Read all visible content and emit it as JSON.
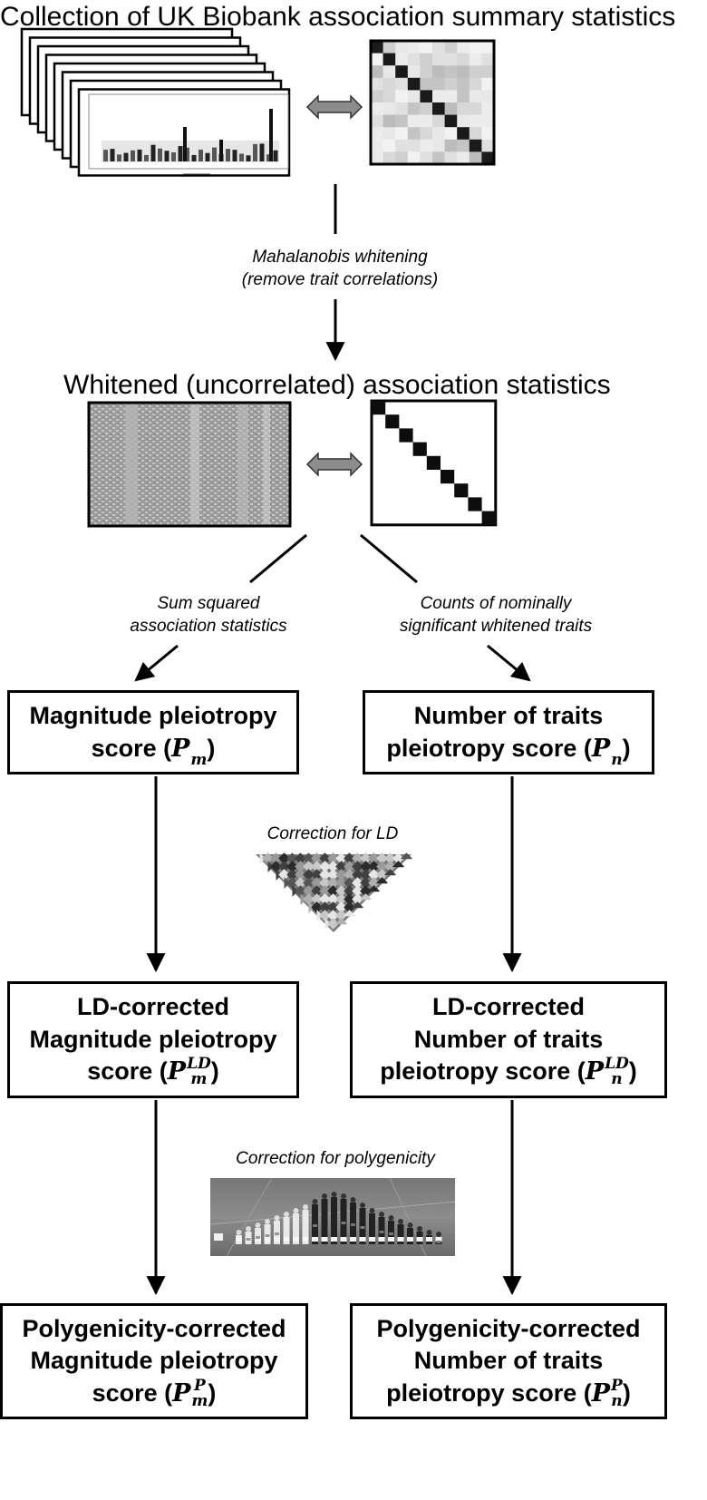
{
  "title_top": "Collection of UK Biobank association summary statistics",
  "title_mid": "Whitened (uncorrelated) association statistics",
  "step_whitening": [
    "Mahalanobis whitening",
    "(remove trait correlations)"
  ],
  "step_sum": [
    "Sum squared",
    "association statistics"
  ],
  "step_counts": [
    "Counts of nominally",
    "significant whitened traits"
  ],
  "step_ld": "Correction for LD",
  "step_poly": "Correction for polygenicity",
  "boxes": {
    "pm": {
      "lines": [
        "Magnitude pleiotropy"
      ],
      "prefix": "score (",
      "sym": "P",
      "sub": "m",
      "sup": "",
      "suffix": ")"
    },
    "pn": {
      "lines": [
        "Number of traits"
      ],
      "prefix": "pleiotropy score (",
      "sym": "P",
      "sub": "n",
      "sup": "",
      "suffix": ")"
    },
    "pm_ld": {
      "lines": [
        "LD-corrected",
        "Magnitude pleiotropy"
      ],
      "prefix": "score (",
      "sym": "P",
      "sub": "m",
      "sup": "LD",
      "suffix": ")"
    },
    "pn_ld": {
      "lines": [
        "LD-corrected",
        "Number of traits"
      ],
      "prefix": "pleiotropy score (",
      "sym": "P",
      "sub": "n",
      "sup": "LD",
      "suffix": ")"
    },
    "pm_p": {
      "lines": [
        "Polygenicity-corrected",
        "Magnitude pleiotropy"
      ],
      "prefix": "score (",
      "sym": "P",
      "sub": "m",
      "sup": "P",
      "suffix": ")"
    },
    "pn_p": {
      "lines": [
        "Polygenicity-corrected",
        "Number of traits"
      ],
      "prefix": "pleiotropy score (",
      "sym": "P",
      "sub": "n",
      "sup": "P",
      "suffix": ")"
    }
  },
  "icons": [
    "manhattan-plot-stack-icon",
    "correlation-matrix-icon",
    "whitened-matrix-icon",
    "identity-matrix-icon",
    "ld-heatmap-icon",
    "polygenicity-photo-icon",
    "double-arrow-icon"
  ]
}
